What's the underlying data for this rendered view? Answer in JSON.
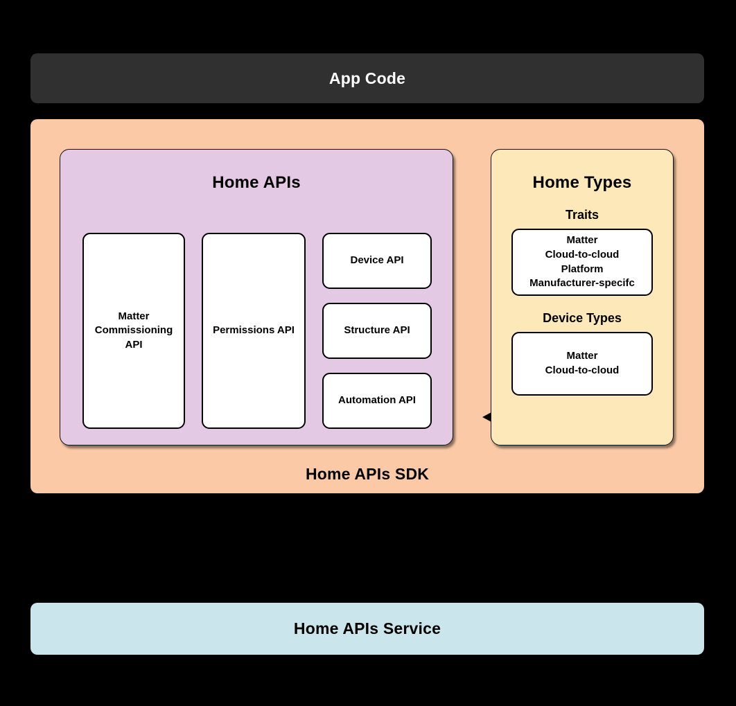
{
  "diagram": {
    "app_code": {
      "label": "App Code",
      "bg_color": "#303030",
      "text_color": "#FFFFFF"
    },
    "sdk": {
      "label": "Home APIs SDK",
      "bg_color": "#FBC9A5"
    },
    "home_apis": {
      "title": "Home APIs",
      "bg_color": "#E3C9E3",
      "left_boxes": [
        {
          "label": "Matter\nCommissioning\nAPI"
        },
        {
          "label": "Permissions API"
        }
      ],
      "stacked_boxes": [
        {
          "label": "Device API"
        },
        {
          "label": "Structure API"
        },
        {
          "label": "Automation API"
        }
      ]
    },
    "home_types": {
      "title": "Home Types",
      "bg_color": "#FCE8B8",
      "groups": [
        {
          "heading": "Traits",
          "items": "Matter\nCloud-to-cloud\nPlatform\nManufacturer-specifc"
        },
        {
          "heading": "Device Types",
          "items": "Matter\nCloud-to-cloud"
        }
      ]
    },
    "connector": {
      "icon": "double-headed-arrow",
      "color": "#000000"
    },
    "service": {
      "label": "Home APIs Service",
      "bg_color": "#CBE5EC",
      "text_color": "#000000"
    }
  }
}
